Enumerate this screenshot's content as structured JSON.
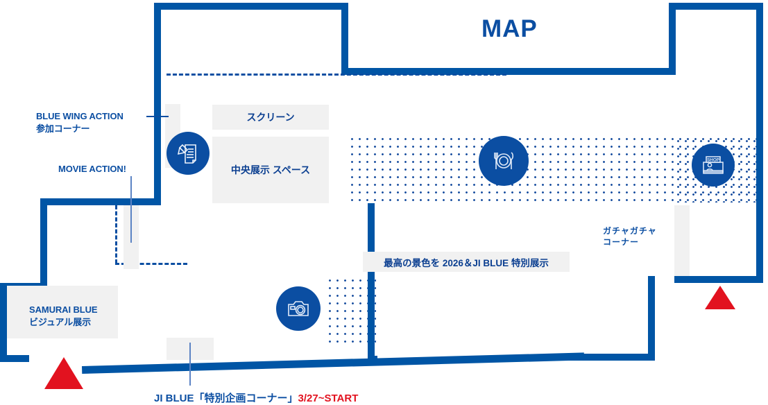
{
  "title": "MAP",
  "theme": {
    "wall_blue": "#0055a5",
    "text_blue": "#0b4ea2",
    "dot_blue": "#1a4fa0",
    "room_grey": "#f1f1f1",
    "marker_red": "#e2121f",
    "leader_grey_blue": "#5b83c4"
  },
  "rooms": [
    {
      "id": "screen",
      "label": "スクリーン"
    },
    {
      "id": "central",
      "label": "中央展示\nスペース"
    }
  ],
  "pills": [
    {
      "id": "special-exhibit",
      "label": "最高の景色を 2026＆JI BLUE 特別展示"
    }
  ],
  "callouts": [
    {
      "id": "blue-wing-action",
      "label": "BLUE WING ACTION\n参加コーナー"
    },
    {
      "id": "movie-action",
      "label": "MOVIE ACTION!"
    },
    {
      "id": "samurai-blue",
      "label": "SAMURAI BLUE\nビジュアル展示"
    },
    {
      "id": "gacha",
      "label": "ガチャガチャ\nコーナー"
    }
  ],
  "icons": [
    {
      "id": "workshop",
      "name": "document-pencil-icon"
    },
    {
      "id": "food",
      "name": "restaurant-icon"
    },
    {
      "id": "shop",
      "name": "shop-icon",
      "glyph_text": "SHOP"
    },
    {
      "id": "photo",
      "name": "camera-icon"
    }
  ],
  "caption": {
    "main": "JI BLUE「特別企画コーナー」",
    "accent": "3/27~START"
  }
}
